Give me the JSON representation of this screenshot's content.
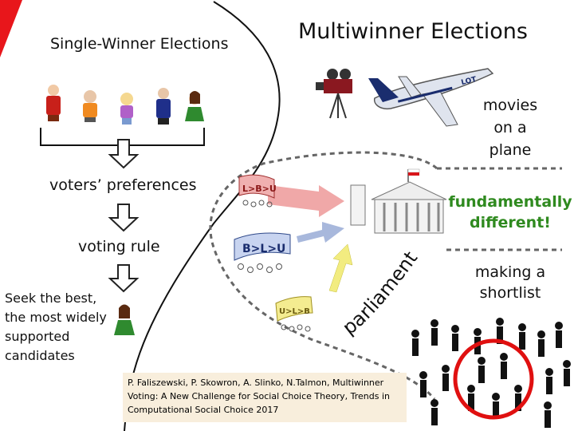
{
  "titles": {
    "single": "Single-Winner Elections",
    "multi": "Multiwinner Elections"
  },
  "flow": {
    "voters_preferences": "voters’ preferences",
    "voting_rule": "voting rule",
    "seek": "Seek the best, the most widely supported candidates"
  },
  "examples": {
    "movies": "movies on a plane",
    "parliaments": "parliaments",
    "fundamentally_different": "fundamentally different!",
    "shortlist": "making a shortlist"
  },
  "banners": {
    "b1": "L>B>U",
    "b2": "B>L>U",
    "b3": "U>L>B"
  },
  "plane_text": "LOT",
  "citation": "P. Faliszewski, P. Skowron, A. Slinko, N.Talmon, Multiwinner Voting: A New Challenge for Social Choice Theory, Trends in Computational Social Choice 2017",
  "colors": {
    "accent_green": "#2f8a1f",
    "arrow_pink": "#f0a8a8",
    "arrow_blue": "#a8b8dc",
    "arrow_yellow": "#f2ec80",
    "highlight_red": "#e01010",
    "citation_bg": "#f8eedc"
  }
}
